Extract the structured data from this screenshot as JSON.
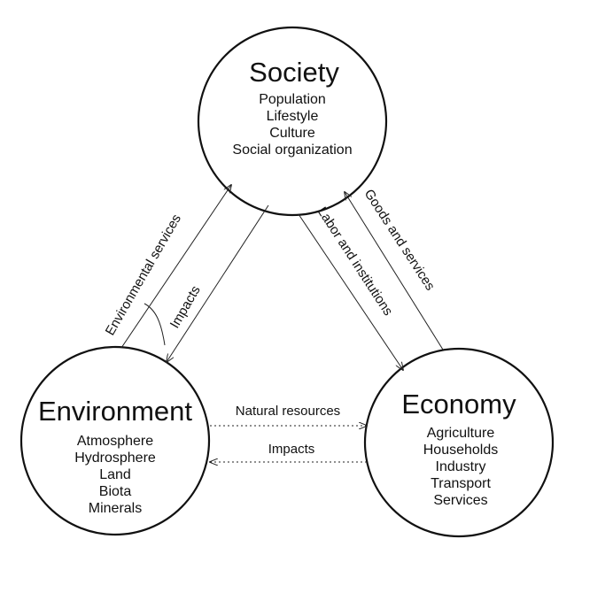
{
  "society": {
    "title": "Society",
    "items": [
      "Population",
      "Lifestyle",
      "Culture",
      "Social organization"
    ]
  },
  "environment": {
    "title": "Environment",
    "items": [
      "Atmosphere",
      "Hydrosphere",
      "Land",
      "Biota",
      "Minerals"
    ]
  },
  "economy": {
    "title": "Economy",
    "items": [
      "Agriculture",
      "Households",
      "Industry",
      "Transport",
      "Services"
    ]
  },
  "edges": {
    "environmental_services": "Environmental services",
    "impacts_on_environment_from_society": "Impacts",
    "labor_and_institutions": "Labor and institutions",
    "goods_and_services": "Goods and services",
    "natural_resources": "Natural resources",
    "impacts_on_environment_from_economy": "Impacts"
  }
}
